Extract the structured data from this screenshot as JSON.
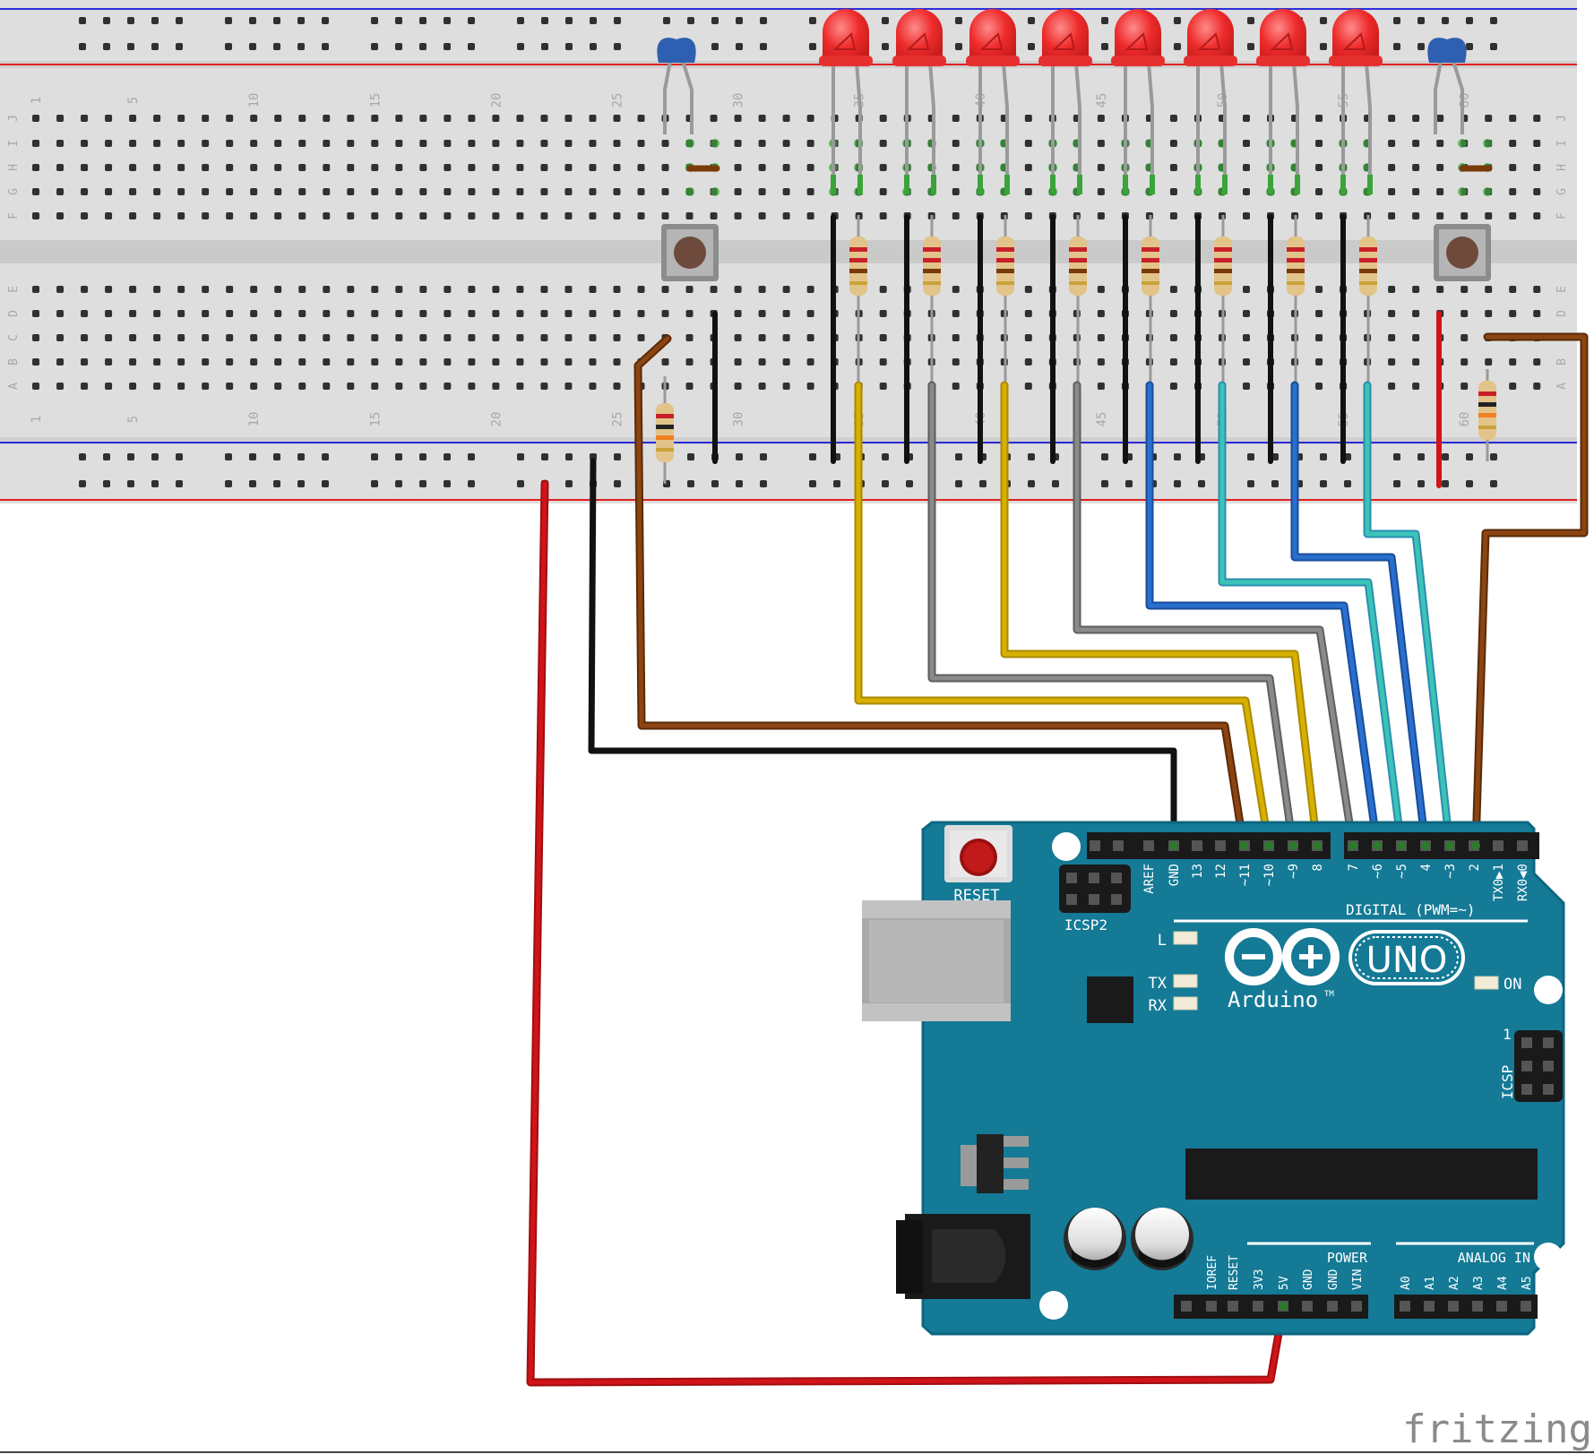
{
  "breadboard": {
    "column_numbers": [
      "1",
      "5",
      "10",
      "15",
      "20",
      "25",
      "30",
      "35",
      "40",
      "45",
      "50",
      "55",
      "60"
    ],
    "row_letters_top": [
      "J",
      "I",
      "H",
      "G",
      "F"
    ],
    "row_letters_bottom": [
      "E",
      "D",
      "C",
      "B",
      "A"
    ]
  },
  "arduino": {
    "reset_label": "RESET",
    "icsp2_label": "ICSP2",
    "icsp_label": "ICSP",
    "icsp_pin1": "1",
    "digital_label": "DIGITAL (PWM=~)",
    "led_l": "L",
    "led_tx": "TX",
    "led_rx": "RX",
    "led_on": "ON",
    "logo_text": "Arduino",
    "tm": "TM",
    "model": "UNO",
    "power_label": "POWER",
    "analog_label": "ANALOG IN",
    "digital_pins": [
      "AREF",
      "GND",
      "13",
      "12",
      "~11",
      "~10",
      "~9",
      "8",
      "7",
      "~6",
      "~5",
      "4",
      "~3",
      "2",
      "TX0▶1",
      "RX0◀0"
    ],
    "power_pins": [
      "IOREF",
      "RESET",
      "3V3",
      "5V",
      "GND",
      "GND",
      "VIN"
    ],
    "analog_pins": [
      "A0",
      "A1",
      "A2",
      "A3",
      "A4",
      "A5"
    ]
  },
  "watermark": "fritzing",
  "colors": {
    "board": "#147a96",
    "breadboard": "#dcdcdc",
    "wire_red": "#d0141a",
    "wire_black": "#111111",
    "wire_brown": "#7a3a0a",
    "wire_yellow": "#d8b000",
    "wire_gray": "#8a8a8a",
    "wire_blue": "#2a6fcf",
    "wire_cyan": "#3cc3b8",
    "led": "#ee2b2b"
  },
  "icons": [
    "led",
    "resistor",
    "push-button",
    "ceramic-capacitor",
    "arduino-infinity-logo",
    "usb-port",
    "dc-jack",
    "electrolytic-capacitor"
  ]
}
